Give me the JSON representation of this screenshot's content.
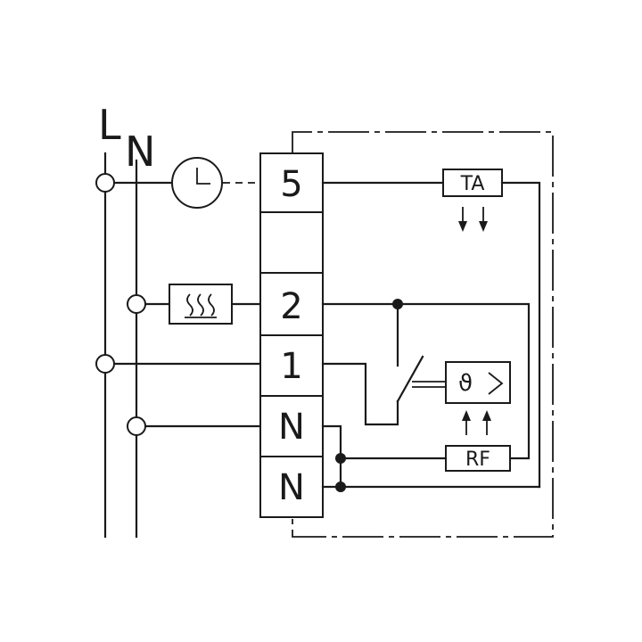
{
  "rails": {
    "live": "L",
    "neutral": "N"
  },
  "terminals": [
    "5",
    "",
    "2",
    "1",
    "N",
    "N"
  ],
  "components": {
    "ta": "TA",
    "rf": "RF"
  }
}
